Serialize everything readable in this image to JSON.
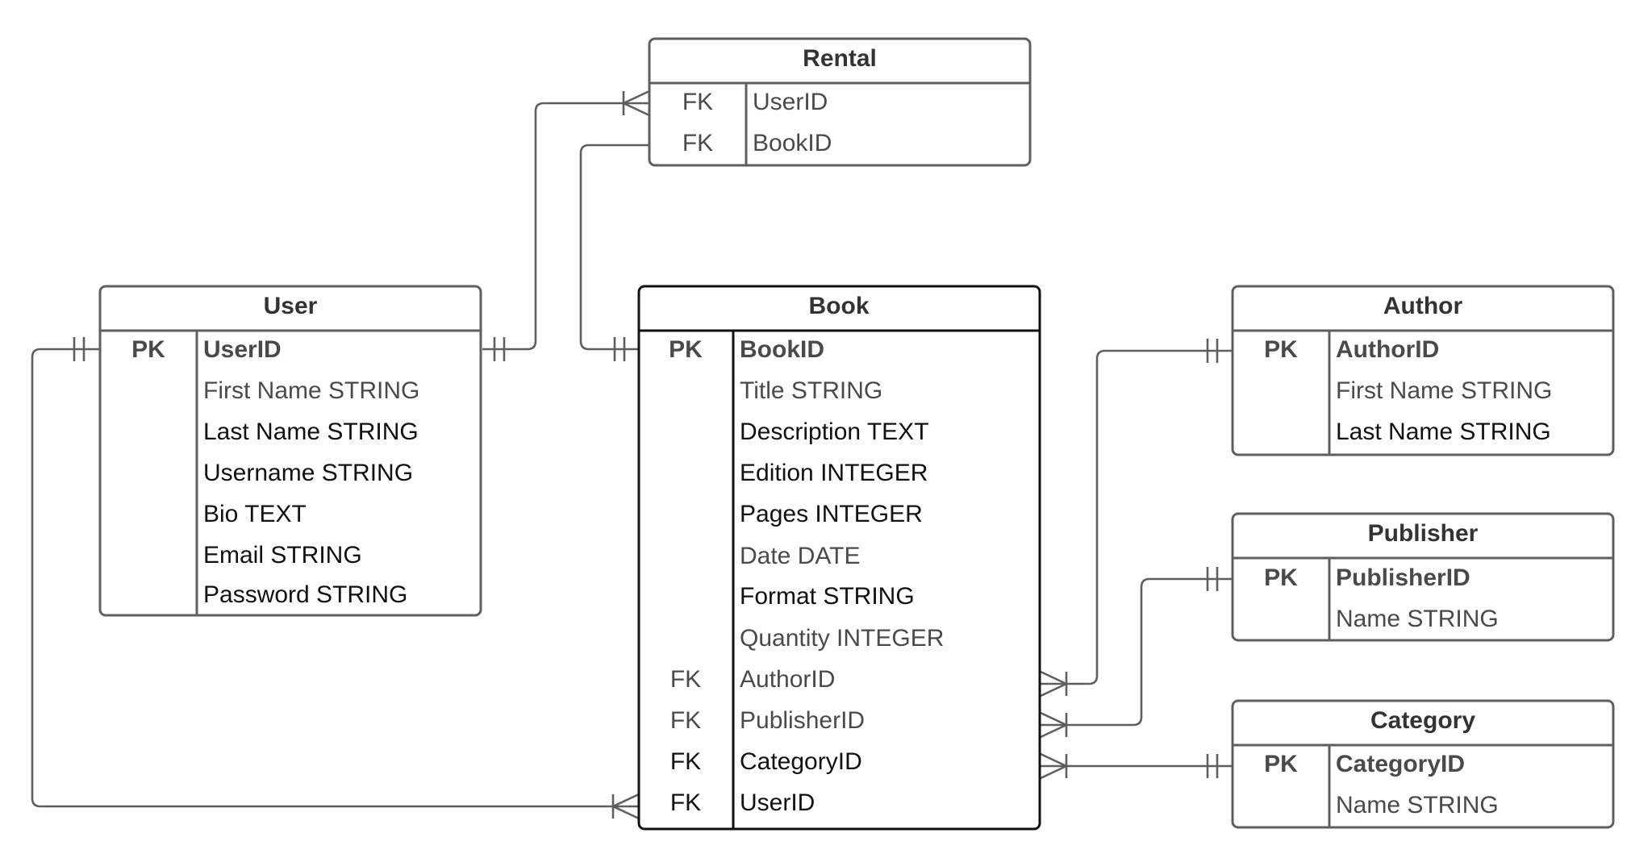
{
  "entities": {
    "rental": {
      "title": "Rental",
      "rows": [
        {
          "key": "FK",
          "field": "UserID"
        },
        {
          "key": "FK",
          "field": "BookID"
        }
      ]
    },
    "user": {
      "title": "User",
      "rows": [
        {
          "key": "PK",
          "field": "UserID"
        },
        {
          "key": "",
          "field": "First Name STRING"
        },
        {
          "key": "",
          "field": "Last Name STRING"
        },
        {
          "key": "",
          "field": "Username STRING"
        },
        {
          "key": "",
          "field": "Bio TEXT"
        },
        {
          "key": "",
          "field": "Email STRING"
        },
        {
          "key": "",
          "field": "Password STRING"
        }
      ]
    },
    "book": {
      "title": "Book",
      "rows": [
        {
          "key": "PK",
          "field": "BookID"
        },
        {
          "key": "",
          "field": "Title STRING"
        },
        {
          "key": "",
          "field": "Description TEXT"
        },
        {
          "key": "",
          "field": "Edition INTEGER"
        },
        {
          "key": "",
          "field": "Pages INTEGER"
        },
        {
          "key": "",
          "field": "Date DATE"
        },
        {
          "key": "",
          "field": "Format STRING"
        },
        {
          "key": "",
          "field": "Quantity INTEGER"
        },
        {
          "key": "FK",
          "field": "AuthorID"
        },
        {
          "key": "FK",
          "field": "PublisherID"
        },
        {
          "key": "FK",
          "field": "CategoryID"
        },
        {
          "key": "FK",
          "field": "UserID"
        }
      ]
    },
    "author": {
      "title": "Author",
      "rows": [
        {
          "key": "PK",
          "field": "AuthorID"
        },
        {
          "key": "",
          "field": "First Name STRING"
        },
        {
          "key": "",
          "field": "Last Name STRING"
        }
      ]
    },
    "publisher": {
      "title": "Publisher",
      "rows": [
        {
          "key": "PK",
          "field": "PublisherID"
        },
        {
          "key": "",
          "field": "Name STRING"
        }
      ]
    },
    "category": {
      "title": "Category",
      "rows": [
        {
          "key": "PK",
          "field": "CategoryID"
        },
        {
          "key": "",
          "field": "Name STRING"
        }
      ]
    }
  },
  "relationships": [
    {
      "from": "user.UserID",
      "to": "rental.UserID",
      "from_cardinality": "one-and-only-one",
      "to_cardinality": "one-or-many"
    },
    {
      "from": "rental.BookID",
      "to": "book.BookID",
      "from_cardinality": "none",
      "to_cardinality": "one-and-only-one"
    },
    {
      "from": "user.UserID",
      "to": "book.UserID",
      "from_cardinality": "one-and-only-one",
      "to_cardinality": "one-or-many"
    },
    {
      "from": "author.AuthorID",
      "to": "book.AuthorID",
      "from_cardinality": "one-and-only-one",
      "to_cardinality": "one-or-many"
    },
    {
      "from": "publisher.PublisherID",
      "to": "book.PublisherID",
      "from_cardinality": "one-and-only-one",
      "to_cardinality": "one-or-many"
    },
    {
      "from": "category.CategoryID",
      "to": "book.CategoryID",
      "from_cardinality": "one-and-only-one",
      "to_cardinality": "one-or-many"
    }
  ]
}
